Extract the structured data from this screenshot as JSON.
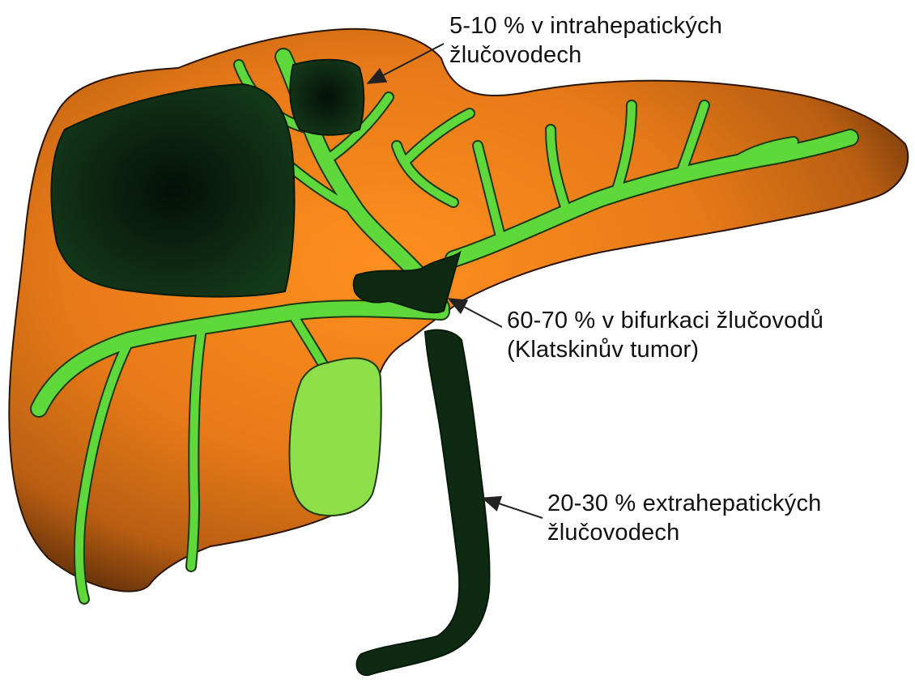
{
  "annotations": {
    "intrahepatic": {
      "line1": "5-10 % v intrahepatických",
      "line2": "žlučovodech"
    },
    "bifurcation": {
      "line1": "60-70 % v bifurkaci žlučovodů",
      "line2": "(Klatskinův tumor)"
    },
    "extrahepatic": {
      "line1": "20-30 % extrahepatických",
      "line2": "žlučovodech"
    }
  },
  "colors": {
    "liver_orange": "#f0861c",
    "liver_brown": "#7a3d0c",
    "bile_duct_green": "#5fd83c",
    "gallbladder_green": "#8ee04a",
    "tumor_dark": "#0e2a12",
    "outline": "#222222"
  }
}
